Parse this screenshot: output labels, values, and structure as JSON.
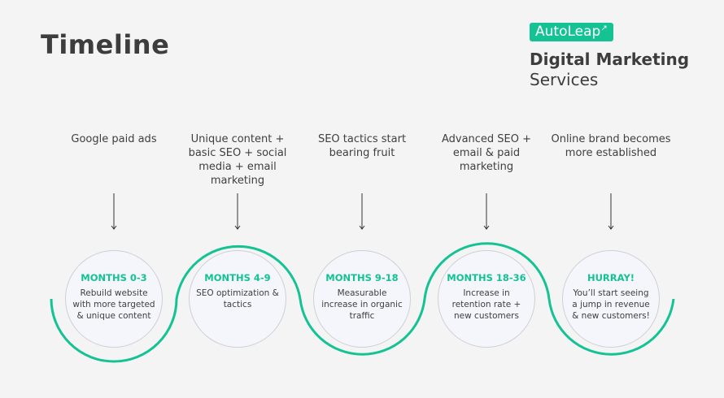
{
  "title": "Timeline",
  "logo": {
    "name": "AutoLeap",
    "mark": "↗"
  },
  "brand": {
    "line1": "Digital Marketing",
    "line2": "Services"
  },
  "colors": {
    "accent": "#14c294",
    "text": "#3d3d3d"
  },
  "steps": [
    {
      "label": "Google paid ads",
      "heading": "MONTHS 0-3",
      "body": "Rebuild website with more targeted & unique content"
    },
    {
      "label": "Unique content + basic SEO + social media + email marketing",
      "heading": "MONTHS 4-9",
      "body": "SEO optimization & tactics"
    },
    {
      "label": "SEO tactics start bearing fruit",
      "heading": "MONTHS 9-18",
      "body": "Measurable increase in organic traffic"
    },
    {
      "label": "Advanced SEO + email & paid marketing",
      "heading": "MONTHS 18-36",
      "body": "Increase in retention rate + new customers"
    },
    {
      "label": "Online brand becomes more established",
      "heading": "HURRAY!",
      "body": "You’ll start seeing a jump in revenue & new customers!"
    }
  ]
}
